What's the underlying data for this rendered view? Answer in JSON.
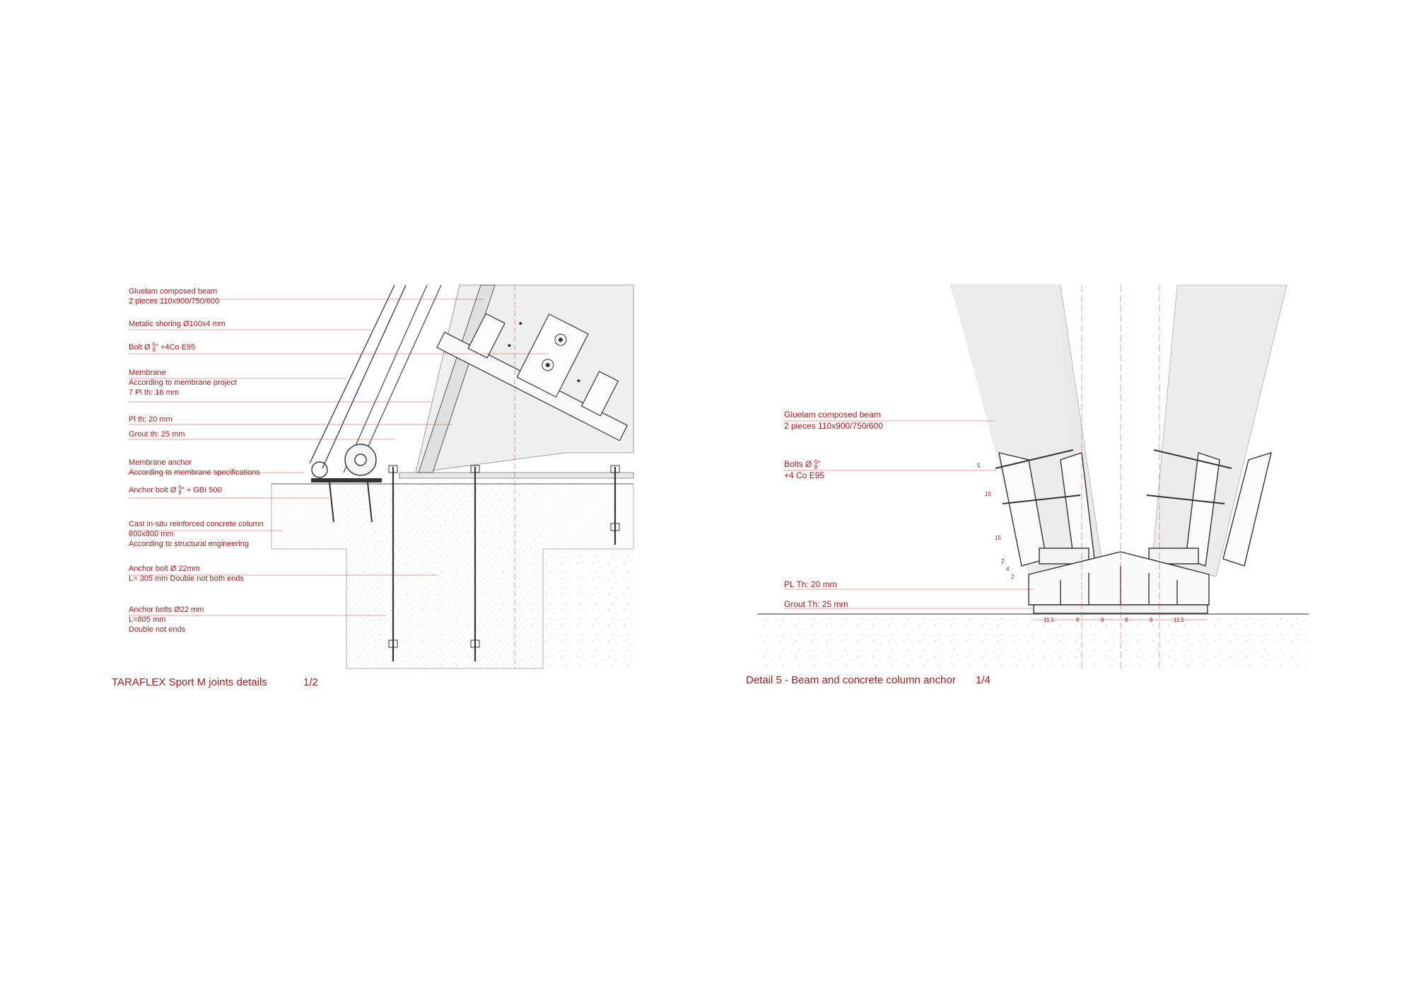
{
  "left_detail": {
    "title": "TARAFLEX Sport M joints details",
    "scale": "1/2",
    "labels": {
      "beam_1": "Gluelam composed beam",
      "beam_2": "2 pieces 110x900/750/600",
      "shoring": "Metalic shoring  Ø100x4 mm",
      "bolt_a": "Bolt Ø",
      "bolt_num": "5",
      "bolt_den": "8",
      "bolt_b": "\" +4Co E95",
      "membrane_1": "Membrane",
      "membrane_2": "According to membrane project",
      "membrane_3": "7 Pl th: 16 mm",
      "pl": "Pl th: 20 mm",
      "grout": "Grout th: 25 mm",
      "anchor_1": "Membrane anchor",
      "anchor_2": "According to  membrane specifications",
      "abolt_a": "Anchor bolt  Ø",
      "abolt_num": "5",
      "abolt_den": "8",
      "abolt_b": "\" + GBI 500",
      "column_1": "Cast in-situ reinforced concrete column",
      "column_2": "600x800 mm",
      "column_3": "According to structural engineering",
      "bolt22_1": "Anchor bolt Ø 22mm",
      "bolt22_2": "L= 305 mm Double not both ends",
      "bolts22_1": "Anchor bolts Ø22 mm",
      "bolts22_2": "L=805 mm",
      "bolts22_3": "Double not ends"
    }
  },
  "right_detail": {
    "title": "Detail 5 - Beam and concrete column anchor",
    "scale": "1/4",
    "labels": {
      "beam_1": "Gluelam composed beam",
      "beam_2": "2 pieces 110x900/750/600",
      "bolts_a": "Bolts Ø",
      "bolts_num": "5",
      "bolts_den": "8",
      "bolts_b": "\"",
      "bolts_2": "+4 Co E95",
      "pl": "PL Th: 20 mm",
      "grout": "Grout Th: 25 mm"
    },
    "dims_bottom": [
      "11.5",
      "8",
      "8",
      "8",
      "8",
      "11.5"
    ],
    "dims_side": [
      "5",
      "15",
      "15",
      "2",
      "4",
      "2"
    ]
  },
  "colors": {
    "accent": "#9b1c1c",
    "line": "#3a3a3a",
    "hatch": "#bbbbbb"
  }
}
